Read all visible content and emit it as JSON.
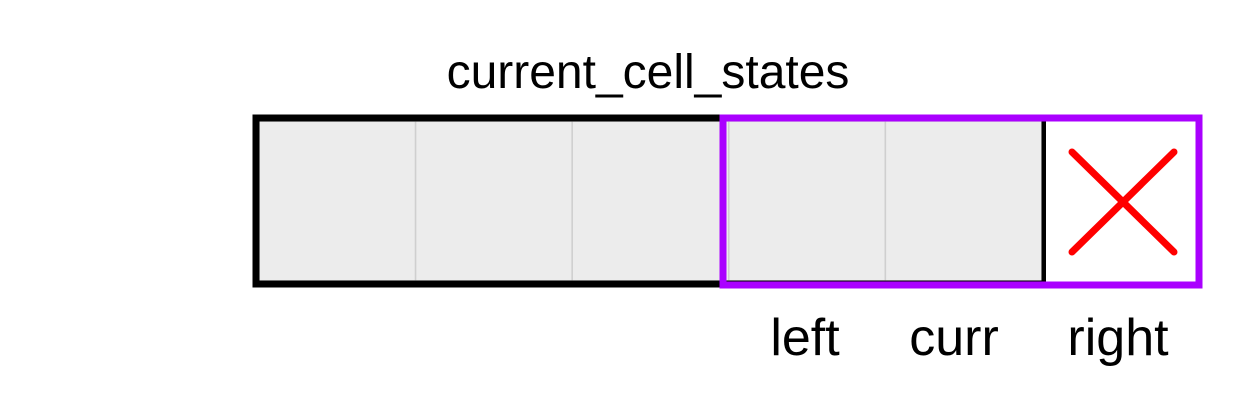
{
  "diagram": {
    "title": "current_cell_states",
    "cell_count": 5,
    "cells": [
      "",
      "",
      "",
      "",
      ""
    ],
    "window_labels": {
      "left": "left",
      "curr": "curr",
      "right": "right"
    },
    "right_cell": {
      "state": "out-of-bounds",
      "marker_icon": "cross-icon"
    },
    "colors": {
      "cell_fill": "#ececec",
      "cell_divider": "#cfcfcf",
      "array_border": "#000000",
      "window_border": "#aa00ff",
      "cross": "#ff0000",
      "background": "#ffffff"
    }
  }
}
